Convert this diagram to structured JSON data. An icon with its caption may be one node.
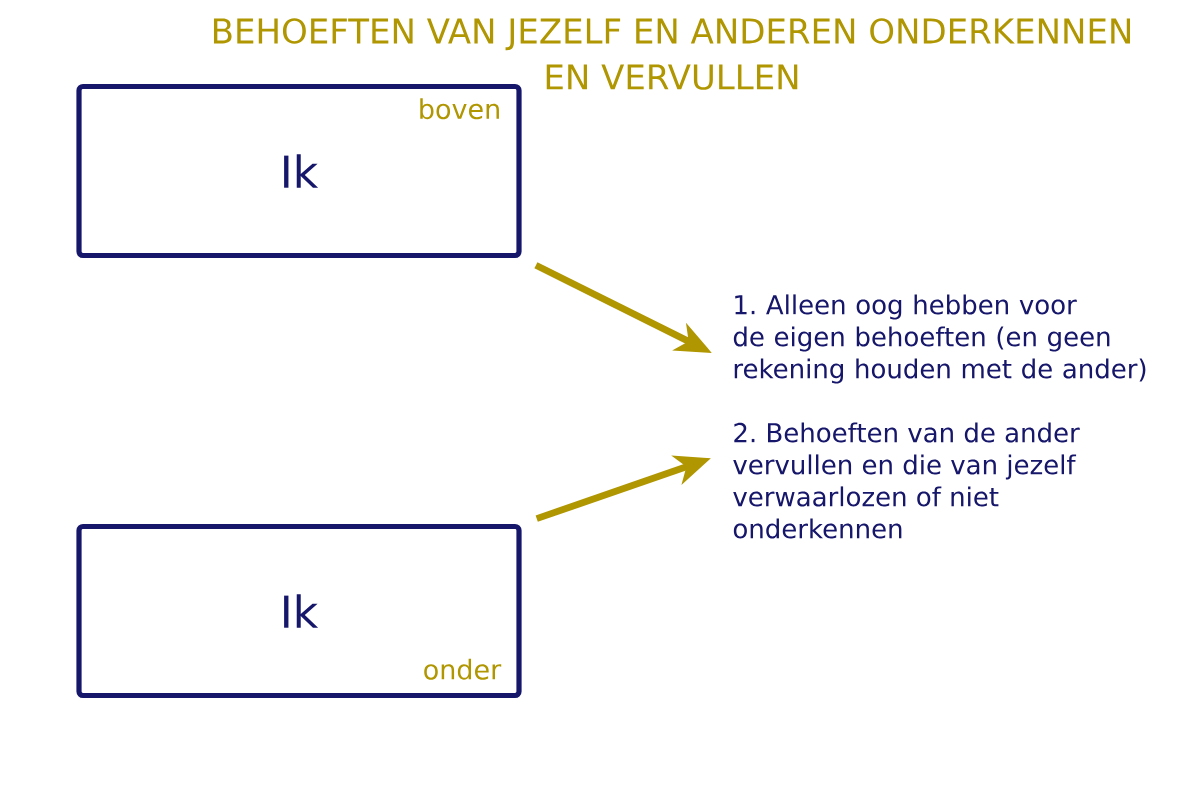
{
  "diagram": {
    "title": "BEHOEFTEN VAN JEZELF EN ANDEREN ONDERKENNEN EN VERVULLEN",
    "nodes": [
      {
        "text": [
          "Ik",
          "boven"
        ]
      },
      {
        "text": [
          "Ik",
          "onder"
        ]
      },
      {
        "text": [
          "1. Alleen oog hebben voor de eigen behoeften (en geen rekening houden met de ander)"
        ]
      },
      {
        "text": [
          "2. Behoeften van de ander vervullen en die van jezelf verwaarlozen of niet onderkennen"
        ]
      }
    ],
    "edges": [
      {
        "from": 0,
        "to": 2,
        "arrow": "to"
      },
      {
        "from": 1,
        "to": 3,
        "arrow": "to"
      }
    ]
  }
}
